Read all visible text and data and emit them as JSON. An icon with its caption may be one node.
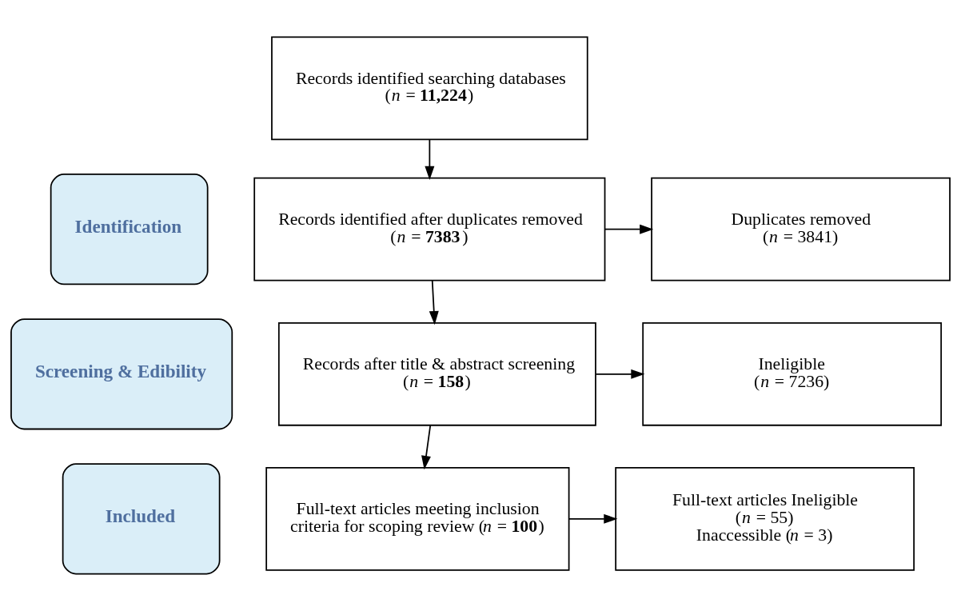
{
  "diagram": {
    "nodes": [
      {
        "text": [
          "Identification"
        ]
      },
      {
        "text": [
          "Records identified searching databases",
          "(*n* = **11,224**)"
        ]
      },
      {
        "text": [
          "Records identified after duplicates removed",
          "(*n* = **7383**)"
        ]
      },
      {
        "text": [
          "Duplicates removed",
          "(*n* = 3841)"
        ]
      },
      {
        "text": [
          "Screening & Edibility"
        ]
      },
      {
        "text": [
          "Records after title & abstract screening",
          "(*n* = **158**)"
        ]
      },
      {
        "text": [
          "Ineligible",
          "(*n* = 7236)"
        ]
      },
      {
        "text": [
          "Included"
        ]
      },
      {
        "text": [
          "Full-text articles meeting inclusion criteria for scoping review (*n* = **100**)"
        ]
      },
      {
        "text": [
          "Full-text articles Ineligible",
          "(*n* = 55)",
          "Inaccessible (*n* = 3)"
        ]
      }
    ],
    "edges": [
      {
        "from": 1,
        "to": 2,
        "arrow": "to"
      },
      {
        "from": 2,
        "to": 3,
        "arrow": "to"
      },
      {
        "from": 2,
        "to": 5,
        "arrow": "to"
      },
      {
        "from": 5,
        "to": 6,
        "arrow": "to"
      },
      {
        "from": 5,
        "to": 8,
        "arrow": "to"
      },
      {
        "from": 8,
        "to": 9,
        "arrow": "to"
      }
    ]
  }
}
